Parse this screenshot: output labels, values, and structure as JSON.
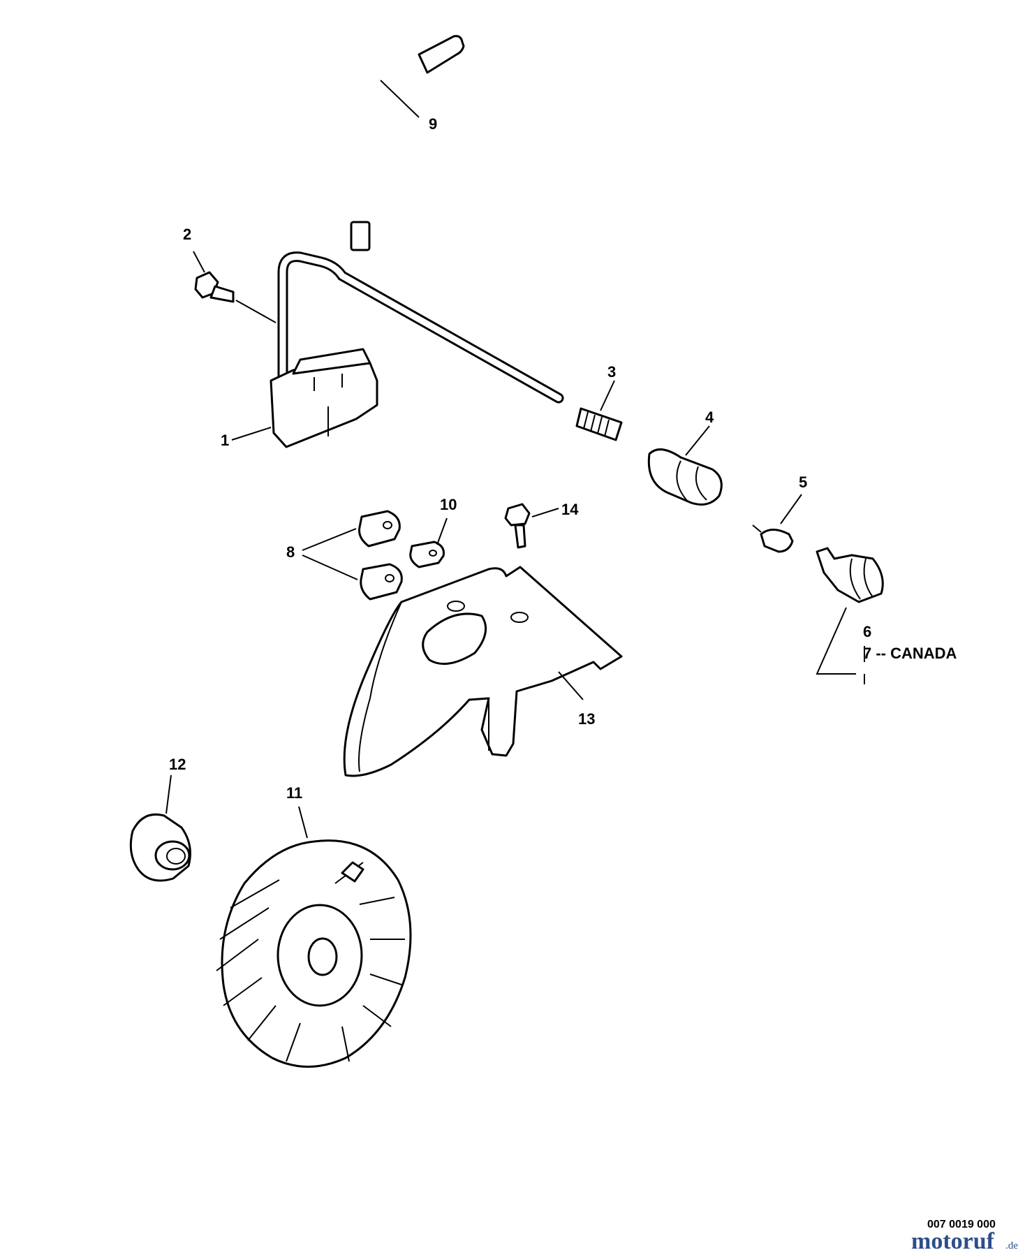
{
  "diagram": {
    "callouts": [
      {
        "id": "1",
        "label": "1"
      },
      {
        "id": "2",
        "label": "2"
      },
      {
        "id": "3",
        "label": "3"
      },
      {
        "id": "4",
        "label": "4"
      },
      {
        "id": "5",
        "label": "5"
      },
      {
        "id": "6",
        "label": "6"
      },
      {
        "id": "7",
        "label": "7 -- CANADA"
      },
      {
        "id": "8",
        "label": "8"
      },
      {
        "id": "9",
        "label": "9"
      },
      {
        "id": "10",
        "label": "10"
      },
      {
        "id": "11",
        "label": "11"
      },
      {
        "id": "12",
        "label": "12"
      },
      {
        "id": "13",
        "label": "13"
      },
      {
        "id": "14",
        "label": "14"
      }
    ],
    "figure_code": "007 0019 000",
    "watermark": {
      "name": "motoruf",
      "suffix": ".de"
    }
  }
}
